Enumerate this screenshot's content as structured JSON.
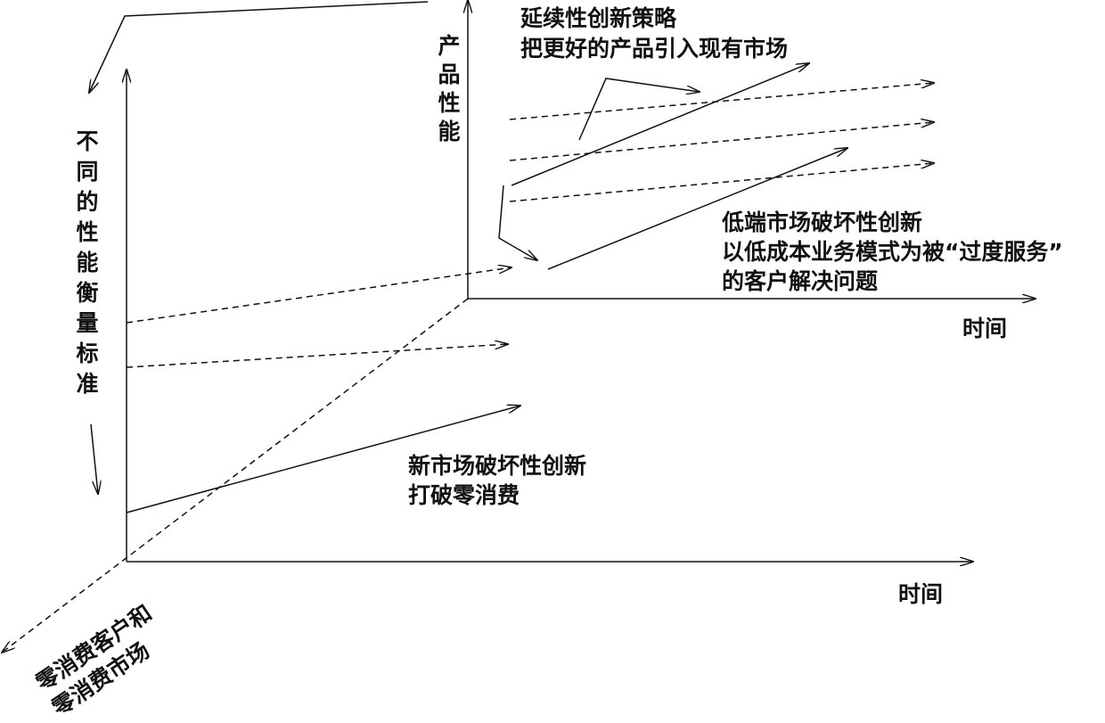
{
  "colors": {
    "line": "#111111",
    "background": "#ffffff"
  },
  "labels": {
    "outer_y_axis": "不同的性能衡量标准",
    "outer_x_axis": "时间",
    "inner_y_axis": "产品性能",
    "inner_x_axis": "时间",
    "z_axis_line1": "零消费客户和",
    "z_axis_line2": "零消费市场",
    "sustaining_line1": "延续性创新策略",
    "sustaining_line2": "把更好的产品引入现有市场",
    "lowend_line1": "低端市场破坏性创新",
    "lowend_line2": "以低成本业务模式为被“过度服务”",
    "lowend_line3": "的客户解决问题",
    "newmarket_line1": "新市场破坏性创新",
    "newmarket_line2": "打破零消费"
  }
}
